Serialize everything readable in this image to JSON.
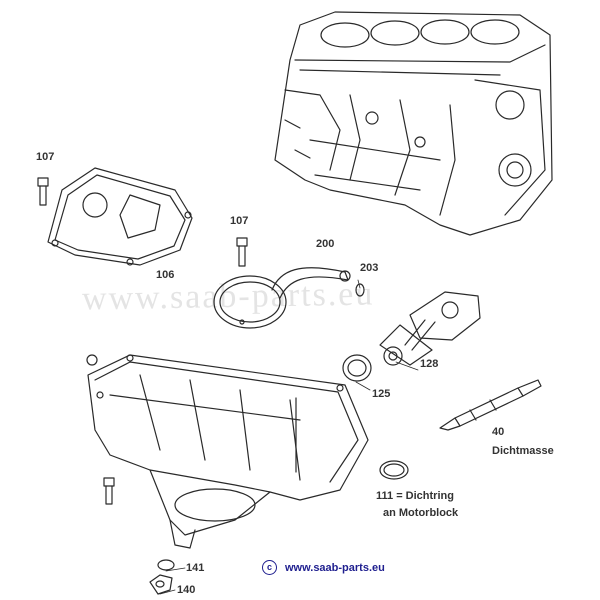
{
  "watermark": "www.saab-parts.eu",
  "parts": {
    "p107a": "107",
    "p107b": "107",
    "p106": "106",
    "p200": "200",
    "p203": "203",
    "p128": "128",
    "p125": "125",
    "p40": "40",
    "p40_desc": "Dichtmasse",
    "p111": "111 = Dichtring",
    "p111_desc": "an Motorblock",
    "p141": "141",
    "p140": "140"
  },
  "footer": {
    "copyright_symbol": "c",
    "url": "www.saab-parts.eu"
  }
}
